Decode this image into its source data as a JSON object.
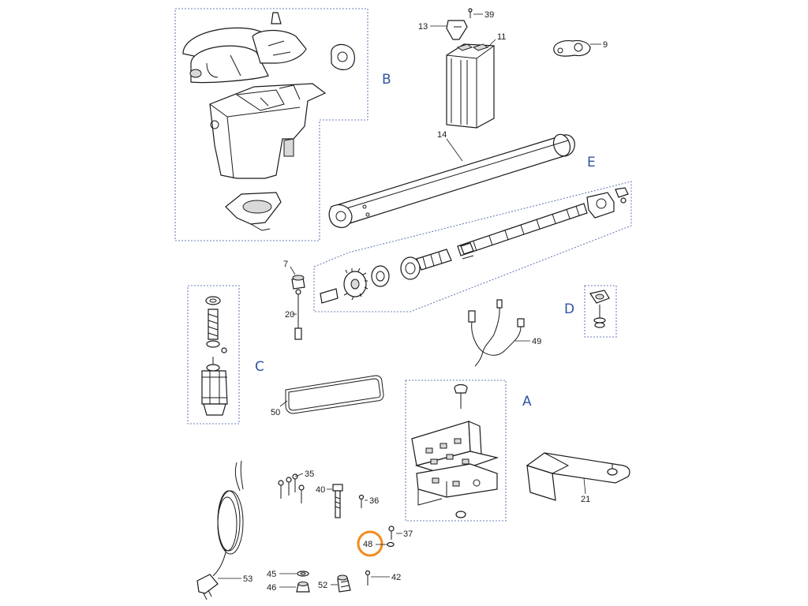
{
  "diagram": {
    "groups": {
      "A": "A",
      "B": "B",
      "C": "C",
      "D": "D",
      "E": "E"
    },
    "parts": {
      "p7": "7",
      "p9": "9",
      "p11": "11",
      "p13": "13",
      "p14": "14",
      "p20": "20",
      "p21": "21",
      "p35": "35",
      "p36": "36",
      "p37": "37",
      "p39": "39",
      "p40": "40",
      "p42": "42",
      "p45": "45",
      "p46": "46",
      "p48": "48",
      "p49": "49",
      "p50": "50",
      "p52": "52",
      "p53": "53"
    },
    "highlighted_part": "48",
    "highlight_color": "#f28c1e",
    "group_label_color": "#2f55a4",
    "box_line_color": "#6b7fb8"
  }
}
